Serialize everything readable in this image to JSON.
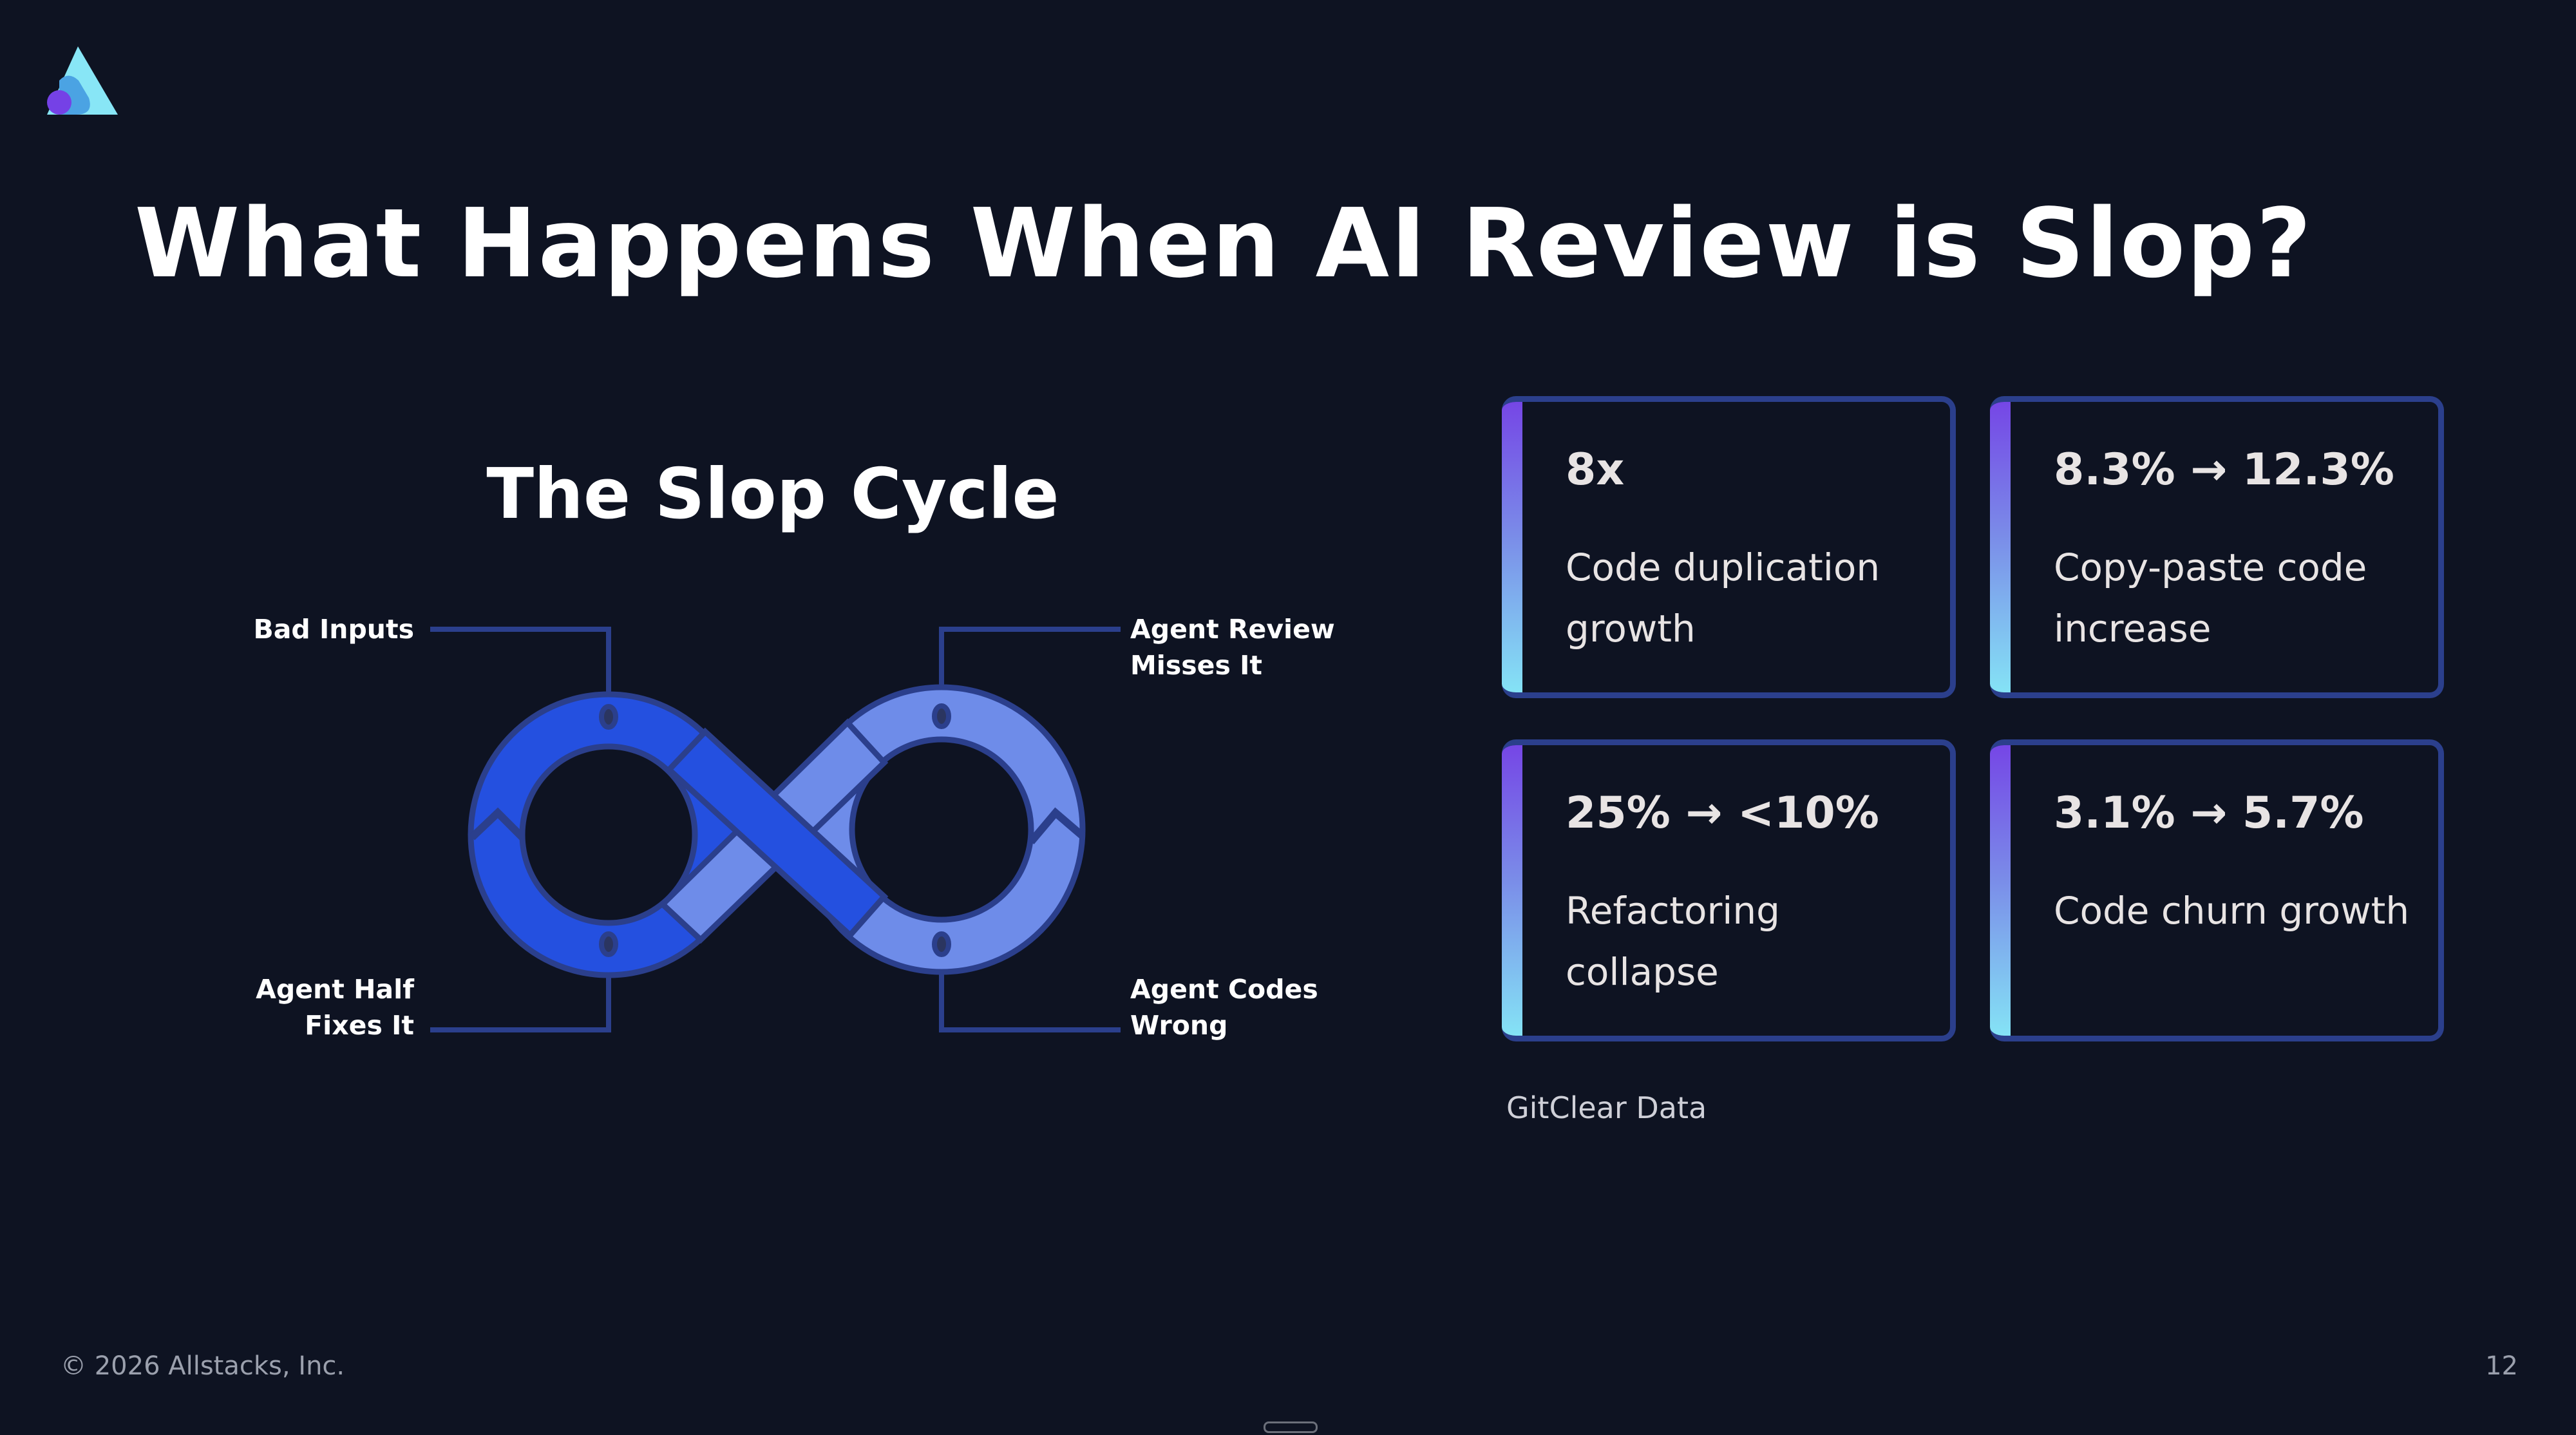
{
  "slide": {
    "title": "What Happens When AI Review is Slop?",
    "diagram": {
      "title": "The Slop Cycle",
      "labels": {
        "top_left": "Bad Inputs",
        "top_right": [
          "Agent Review",
          "Misses It"
        ],
        "bottom_left": [
          "Agent Half",
          "Fixes It"
        ],
        "bottom_right": [
          "Agent Codes",
          "Wrong"
        ]
      }
    },
    "stats": [
      {
        "value": "8x",
        "label": "Code duplication growth"
      },
      {
        "value": "8.3% → 12.3%",
        "label": "Copy-paste code increase"
      },
      {
        "value": "25% → <10%",
        "label": "Refactoring collapse"
      },
      {
        "value": "3.1% → 5.7%",
        "label": "Code churn growth"
      }
    ],
    "source": "GitClear Data",
    "footer": "© 2026 Allstacks, Inc.",
    "page_number": "12"
  },
  "colors": {
    "background": "#0e1322",
    "dark_blue": "#2450e0",
    "light_blue": "#6e8ce9",
    "outline": "#2b3f8c"
  }
}
